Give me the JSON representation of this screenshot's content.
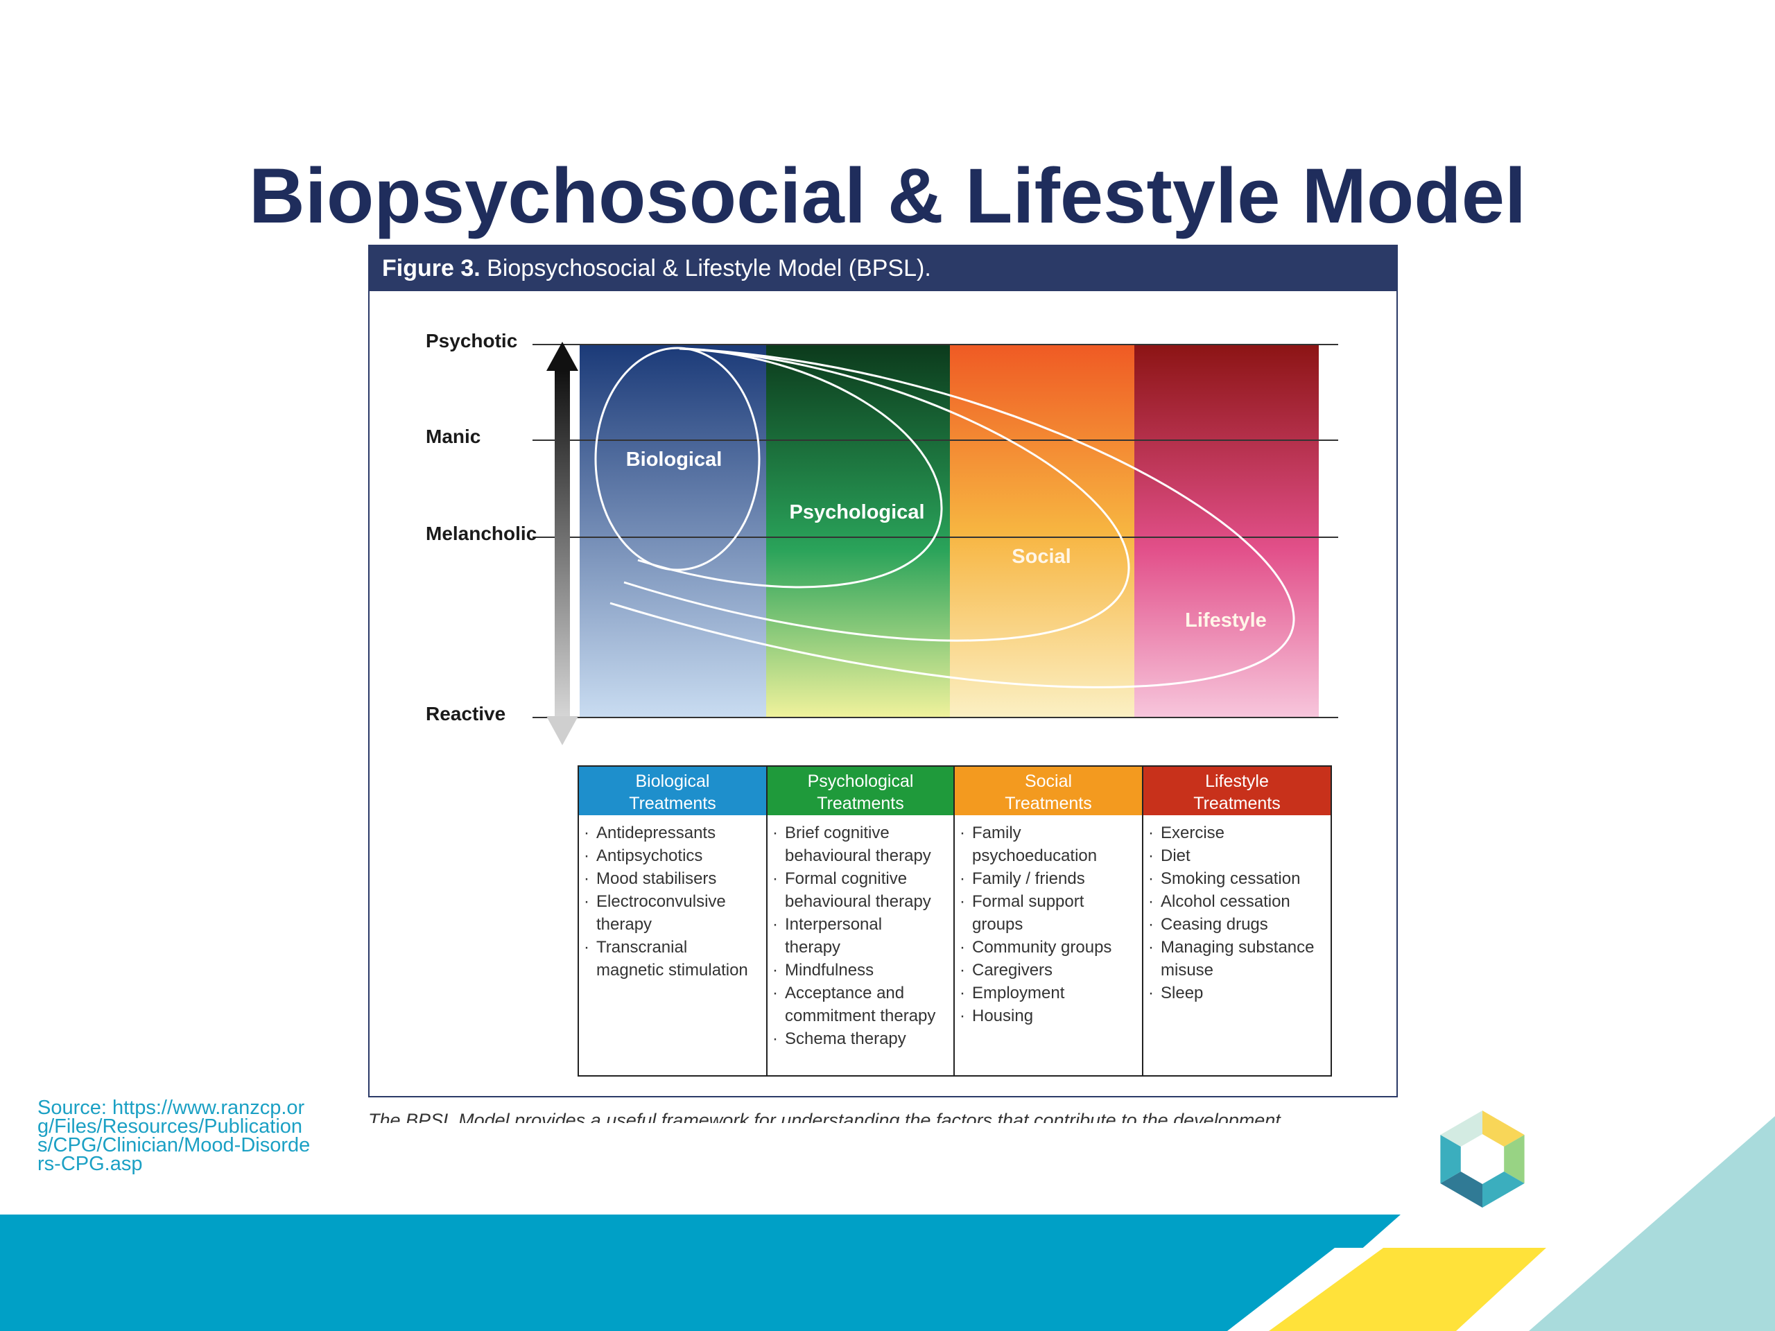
{
  "slide": {
    "title": "Biopsychosocial & Lifestyle Model",
    "source": "Source: https://www.ranzcp.org/Files/Resources/Publications/CPG/Clinician/Mood-Disorders-CPG.asp"
  },
  "figure": {
    "label": "Figure 3.",
    "title": "Biopsychosocial & Lifestyle Model (BPSL).",
    "caption_fragment": "The BPSL Model provides a useful framework for understanding the factors that contribute to the development"
  },
  "axis": {
    "levels": [
      "Psychotic",
      "Manic",
      "Melancholic",
      "Reactive"
    ]
  },
  "domains": [
    {
      "key": "biological",
      "label": "Biological",
      "color_top": "#1b3a78",
      "color_bottom": "#c9dcf1"
    },
    {
      "key": "psychological",
      "label": "Psychological",
      "color_top": "#0c3a1c",
      "color_bottom": "#f0f29c"
    },
    {
      "key": "social",
      "label": "Social",
      "color_top": "#ef5a24",
      "color_bottom": "#fbf0c4"
    },
    {
      "key": "lifestyle",
      "label": "Lifestyle",
      "color_top": "#8c1414",
      "color_bottom": "#f7c6dc"
    }
  ],
  "treatments": [
    {
      "header": [
        "Biological",
        "Treatments"
      ],
      "color": "#1e8fcc",
      "lines": [
        {
          "bullet": true,
          "text": "Antidepressants"
        },
        {
          "bullet": true,
          "text": "Antipsychotics"
        },
        {
          "bullet": true,
          "text": "Mood stabilisers"
        },
        {
          "bullet": true,
          "text": "Electroconvulsive"
        },
        {
          "bullet": false,
          "text": "therapy"
        },
        {
          "bullet": true,
          "text": "Transcranial"
        },
        {
          "bullet": false,
          "text": "magnetic stimulation"
        }
      ]
    },
    {
      "header": [
        "Psychological",
        "Treatments"
      ],
      "color": "#1f9a3b",
      "lines": [
        {
          "bullet": true,
          "text": "Brief cognitive"
        },
        {
          "bullet": false,
          "text": "behavioural therapy"
        },
        {
          "bullet": true,
          "text": "Formal cognitive"
        },
        {
          "bullet": false,
          "text": "behavioural therapy"
        },
        {
          "bullet": true,
          "text": "Interpersonal"
        },
        {
          "bullet": false,
          "text": "therapy"
        },
        {
          "bullet": true,
          "text": "Mindfulness"
        },
        {
          "bullet": true,
          "text": "Acceptance and"
        },
        {
          "bullet": false,
          "text": "commitment therapy"
        },
        {
          "bullet": true,
          "text": "Schema therapy"
        }
      ]
    },
    {
      "header": [
        "Social",
        "Treatments"
      ],
      "color": "#f39a1f",
      "lines": [
        {
          "bullet": true,
          "text": "Family"
        },
        {
          "bullet": false,
          "text": "psychoeducation"
        },
        {
          "bullet": true,
          "text": "Family / friends"
        },
        {
          "bullet": true,
          "text": "Formal support"
        },
        {
          "bullet": false,
          "text": "groups"
        },
        {
          "bullet": true,
          "text": "Community groups"
        },
        {
          "bullet": true,
          "text": "Caregivers"
        },
        {
          "bullet": true,
          "text": "Employment"
        },
        {
          "bullet": true,
          "text": "Housing"
        }
      ]
    },
    {
      "header": [
        "Lifestyle",
        "Treatments"
      ],
      "color": "#c8311b",
      "lines": [
        {
          "bullet": true,
          "text": "Exercise"
        },
        {
          "bullet": true,
          "text": "Diet"
        },
        {
          "bullet": true,
          "text": "Smoking cessation"
        },
        {
          "bullet": true,
          "text": "Alcohol cessation"
        },
        {
          "bullet": true,
          "text": "Ceasing drugs"
        },
        {
          "bullet": true,
          "text": "Managing substance"
        },
        {
          "bullet": false,
          "text": "misuse"
        },
        {
          "bullet": true,
          "text": "Sleep"
        }
      ]
    }
  ],
  "decor": {
    "band_color": "#00a0c6",
    "yellow_color": "#ffe23a",
    "pale_color": "#a9dbdc",
    "logo_colors": [
      "#f7d24a",
      "#8fcf7a",
      "#2aa7b8",
      "#1e6f8c",
      "#cfe9e0"
    ]
  }
}
